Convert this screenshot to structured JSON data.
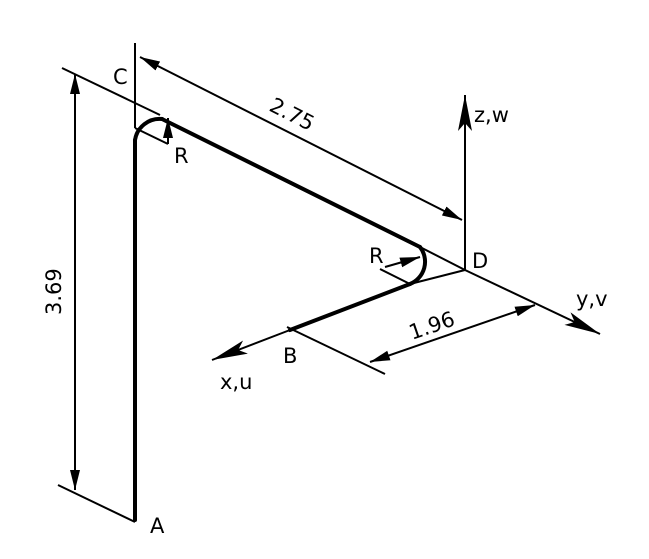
{
  "points": {
    "A": "A",
    "B": "B",
    "C": "C",
    "D": "D"
  },
  "axes": {
    "x": "x,u",
    "y": "y,v",
    "z": "z,w"
  },
  "dimensions": {
    "cd": "2.75",
    "ac": "3.69",
    "db": "1.96"
  },
  "bend_radius": {
    "c": "R",
    "d": "R"
  }
}
